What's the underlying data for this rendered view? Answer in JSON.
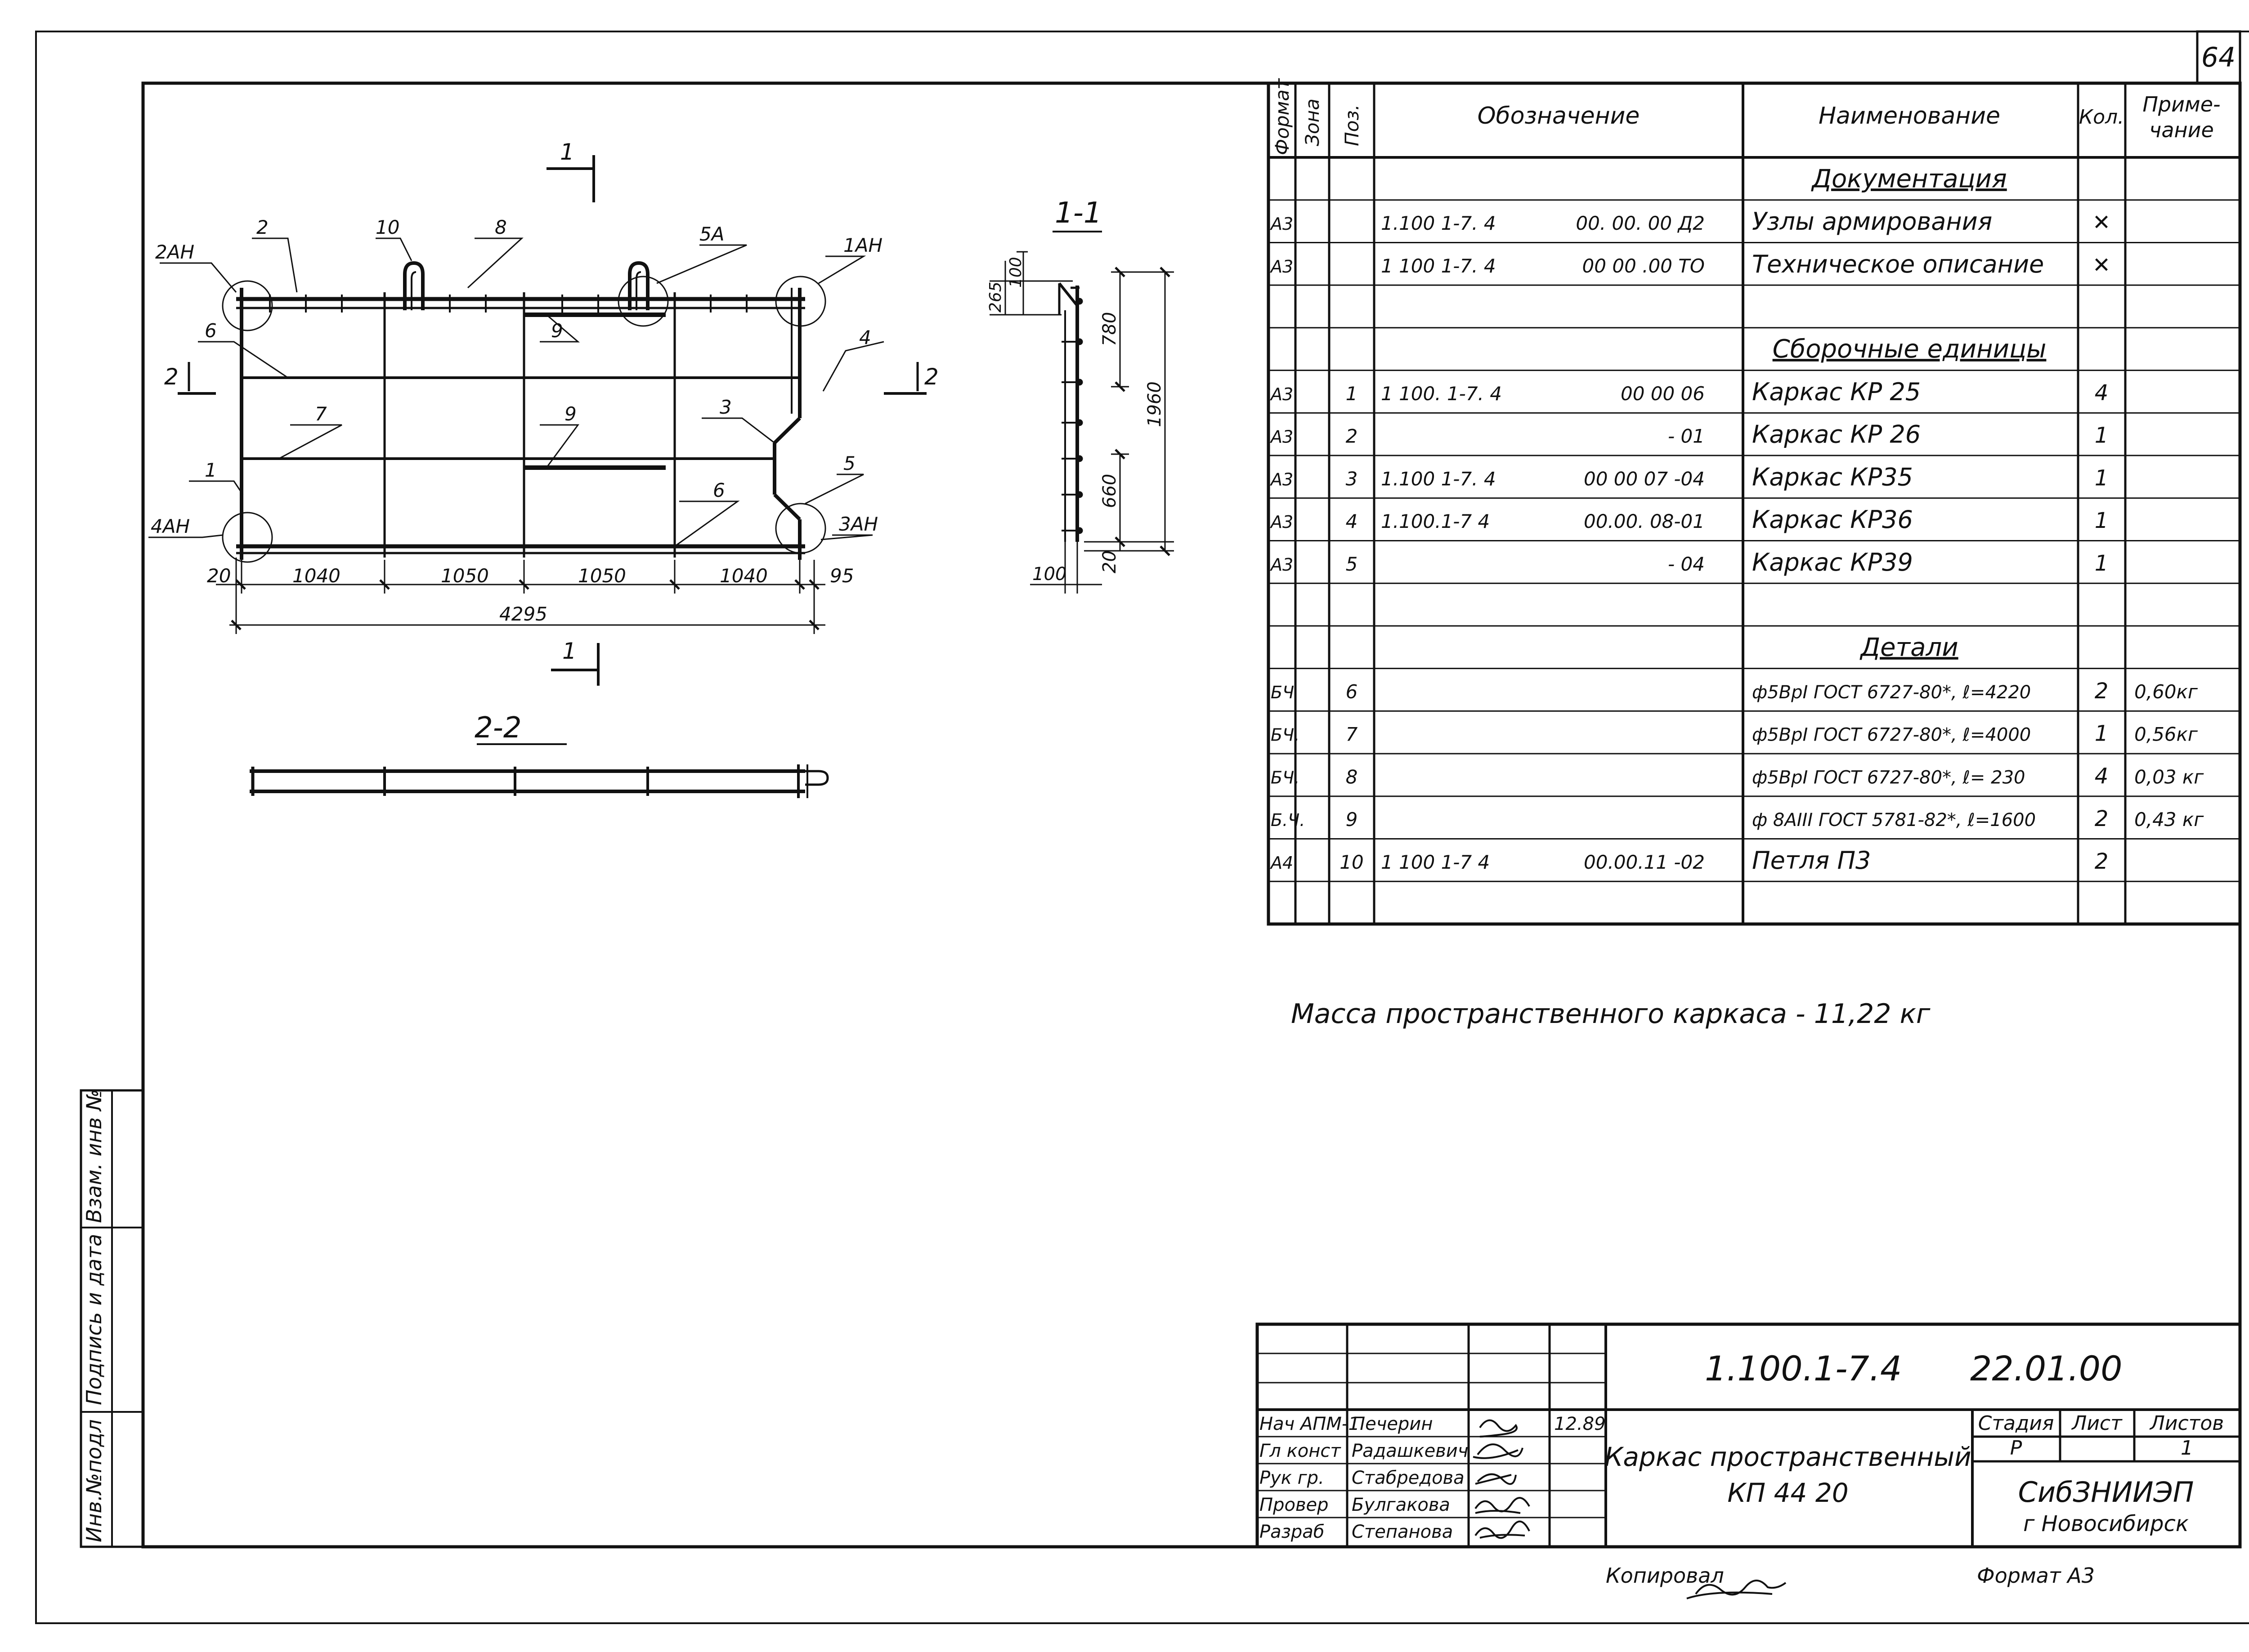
{
  "sheet": {
    "page_number": "64"
  },
  "drawing": {
    "plan_labels": {
      "callout_2ah": "2АН",
      "callout_5a": "5А",
      "callout_1ah": "1АН",
      "callout_4ah": "4АН",
      "callout_3ah": "3АН",
      "pos_2": "2",
      "pos_10": "10",
      "pos_8": "8",
      "pos_6": "6",
      "pos_9a": "9",
      "pos_4": "4",
      "pos_7": "7",
      "pos_9b": "9",
      "pos_3": "3",
      "pos_1": "1",
      "pos_5": "5",
      "pos_6b": "6",
      "section_mark_top": "1",
      "section_mark_bottom": "1",
      "section_mark_left": "2",
      "section_mark_right": "2"
    },
    "plan_dims": {
      "d20": "20",
      "d1040a": "1040",
      "d1050a": "1050",
      "d1050b": "1050",
      "d1040b": "1040",
      "d95": "95",
      "total": "4295"
    },
    "section_1_1": {
      "title": "1-1",
      "d100_top": "100",
      "d265": "265",
      "d780": "780",
      "d1960": "1960",
      "d660": "660",
      "d20": "20",
      "d100_bottom": "100"
    },
    "section_2_2": {
      "title": "2-2"
    }
  },
  "spec": {
    "headers": {
      "format": "Формат",
      "zone": "Зона",
      "pos": "Поз.",
      "designation": "Обозначение",
      "name": "Наименование",
      "qty": "Кол.",
      "note": "Приме-чание"
    },
    "rows": [
      {
        "format": "",
        "zone": "",
        "pos": "",
        "code": "",
        "code2": "",
        "name": "Документация",
        "qty": "",
        "note": ""
      },
      {
        "format": "А3",
        "zone": "",
        "pos": "",
        "code": "1.100 1-7. 4",
        "code2": "00. 00. 00 Д2",
        "name": "Узлы армирования",
        "qty": "✕",
        "note": ""
      },
      {
        "format": "А3",
        "zone": "",
        "pos": "",
        "code": "1 100 1-7. 4",
        "code2": "00 00 .00 ТО",
        "name": "Техническое описание",
        "qty": "✕",
        "note": ""
      },
      {
        "format": "",
        "zone": "",
        "pos": "",
        "code": "",
        "code2": "",
        "name": "",
        "qty": "",
        "note": ""
      },
      {
        "format": "",
        "zone": "",
        "pos": "",
        "code": "",
        "code2": "",
        "name": "Сборочные единицы",
        "qty": "",
        "note": ""
      },
      {
        "format": "А3",
        "zone": "",
        "pos": "1",
        "code": "1 100. 1-7. 4",
        "code2": "00 00 06",
        "name": "Каркас  КР 25",
        "qty": "4",
        "note": ""
      },
      {
        "format": "А3",
        "zone": "",
        "pos": "2",
        "code": "",
        "code2": "- 01",
        "name": "Каркас  КР 26",
        "qty": "1",
        "note": ""
      },
      {
        "format": "А3",
        "zone": "",
        "pos": "3",
        "code": "1.100 1-7. 4",
        "code2": "00 00 07 -04",
        "name": "Каркас  КР35",
        "qty": "1",
        "note": ""
      },
      {
        "format": "А3",
        "zone": "",
        "pos": "4",
        "code": "1.100.1-7 4",
        "code2": "00.00. 08-01",
        "name": "Каркас  КР36",
        "qty": "1",
        "note": ""
      },
      {
        "format": "А3",
        "zone": "",
        "pos": "5",
        "code": "",
        "code2": "- 04",
        "name": "Каркас  КР39",
        "qty": "1",
        "note": ""
      },
      {
        "format": "",
        "zone": "",
        "pos": "",
        "code": "",
        "code2": "",
        "name": "",
        "qty": "",
        "note": ""
      },
      {
        "format": "",
        "zone": "",
        "pos": "",
        "code": "",
        "code2": "",
        "name": "Детали",
        "qty": "",
        "note": ""
      },
      {
        "format": "БЧ",
        "zone": "",
        "pos": "6",
        "code": "",
        "code2": "",
        "name": "ф5ВрI  ГОСТ 6727-80*, ℓ=4220",
        "qty": "2",
        "note": "0,60кг"
      },
      {
        "format": "БЧ.",
        "zone": "",
        "pos": "7",
        "code": "",
        "code2": "",
        "name": "ф5ВрI  ГОСТ 6727-80*, ℓ=4000",
        "qty": "1",
        "note": "0,56кг"
      },
      {
        "format": "БЧ.",
        "zone": "",
        "pos": "8",
        "code": "",
        "code2": "",
        "name": "ф5ВрI  ГОСТ 6727-80*, ℓ= 230",
        "qty": "4",
        "note": "0,03 кг"
      },
      {
        "format": "Б.Ч.",
        "zone": "",
        "pos": "9",
        "code": "",
        "code2": "",
        "name": "ф 8АIII  ГОСТ 5781-82*, ℓ=1600",
        "qty": "2",
        "note": "0,43 кг"
      },
      {
        "format": "А4",
        "zone": "",
        "pos": "10",
        "code": "1 100 1-7 4",
        "code2": "00.00.11 -02",
        "name": "Петля  П3",
        "qty": "2",
        "note": ""
      },
      {
        "format": "",
        "zone": "",
        "pos": "",
        "code": "",
        "code2": "",
        "name": "",
        "qty": "",
        "note": ""
      }
    ]
  },
  "mass_note": "Масса  пространственного  каркаса - 11,22 кг",
  "side_stamp": {
    "inv_podl": "Инв.№подл",
    "podpis": "Подпись и дата",
    "vzam": "Взам. инв №"
  },
  "title_block": {
    "code": "1.100.1-7.4",
    "code2": "22.01.00",
    "title_line1": "Каркас  пространственный",
    "title_line2": "КП 44 20",
    "stage_label": "Стадия",
    "sheet_label": "Лист",
    "sheets_label": "Листов",
    "stage": "Р",
    "sheet": "",
    "sheets": "1",
    "org_line1": "СибЗНИИЭП",
    "org_line2": "г Новосибирск",
    "date": "12.89",
    "roles": [
      {
        "role": "Нач АПМ-1",
        "name": "Печерин"
      },
      {
        "role": "Гл конст",
        "name": "Радашкевич"
      },
      {
        "role": "Рук гр.",
        "name": "Стабредова"
      },
      {
        "role": "Провер",
        "name": "Булгакова"
      },
      {
        "role": "Разраб",
        "name": "Степанова"
      }
    ],
    "copied_by_label": "Копировал",
    "format_label": "Формат  А3"
  }
}
